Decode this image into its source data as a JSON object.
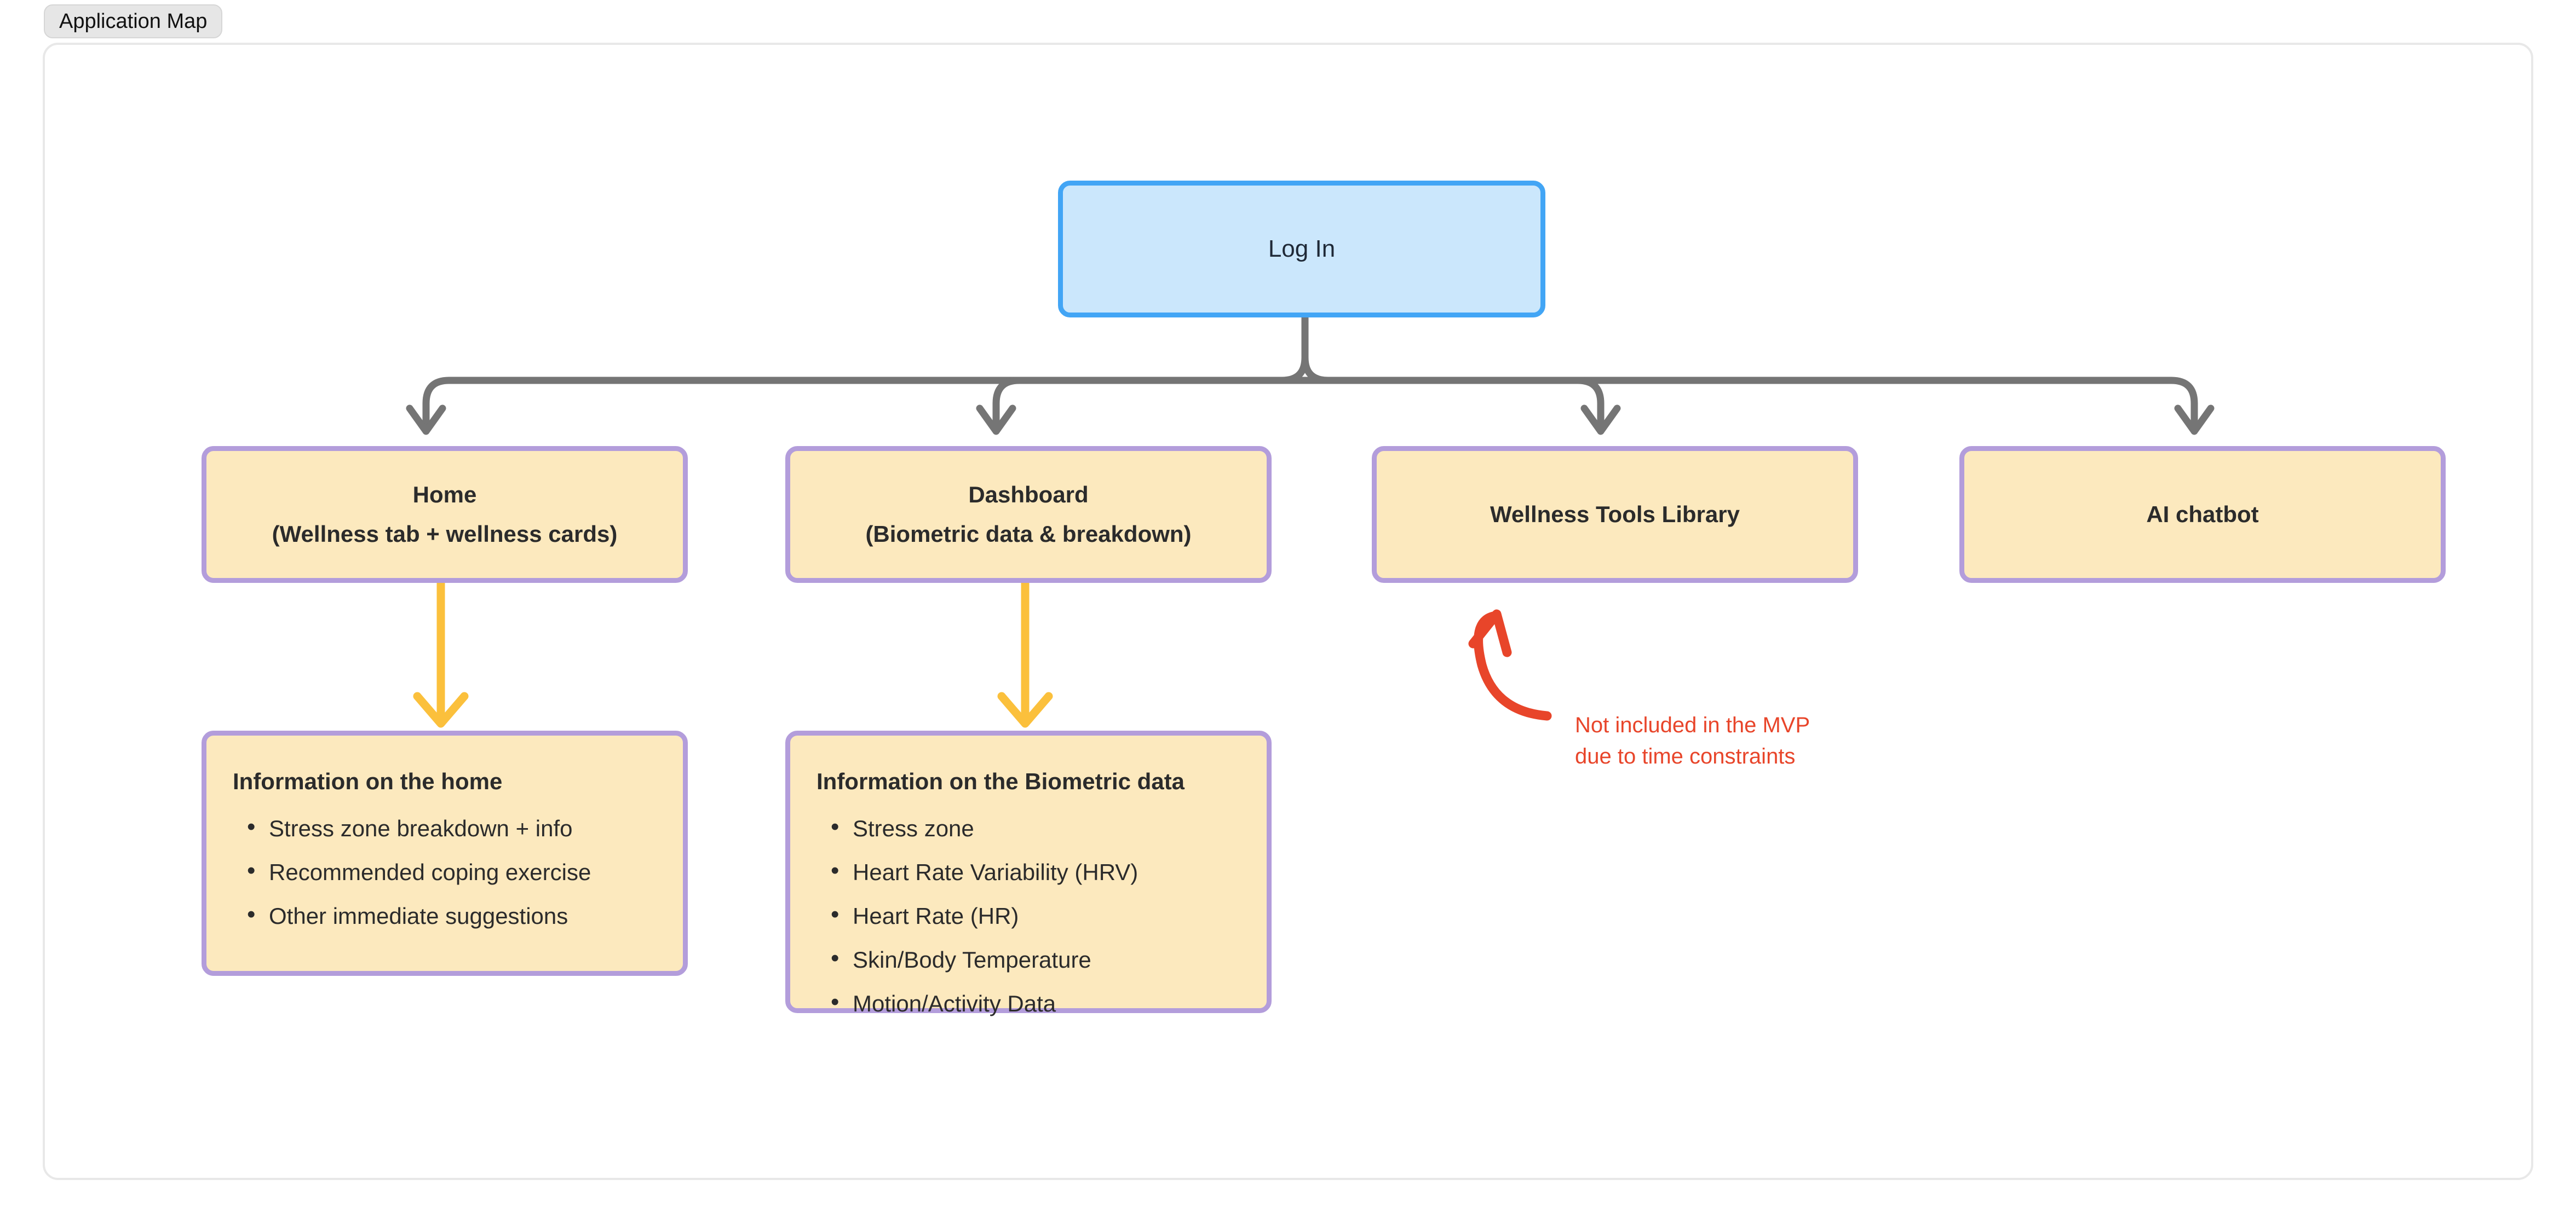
{
  "tab": {
    "label": "Application Map"
  },
  "colors": {
    "login_fill": "#cbe7fc",
    "login_border": "#42a5f5",
    "page_fill": "#fce9be",
    "page_border": "#b39ddb",
    "connector_gray": "#757575",
    "connector_yellow": "#fbc03c",
    "annotation_red": "#e8452a",
    "canvas_border": "#e8e8e8",
    "tab_fill": "#e6e6e6"
  },
  "diagram": {
    "root": {
      "label": "Log In"
    },
    "pages": [
      {
        "line1": "Home",
        "line2": "(Wellness tab + wellness cards)"
      },
      {
        "line1": "Dashboard",
        "line2": "(Biometric data & breakdown)"
      },
      {
        "line1": "Wellness Tools Library",
        "line2": ""
      },
      {
        "line1": "AI chatbot",
        "line2": ""
      }
    ],
    "details": [
      {
        "title": "Information on the home",
        "bullets": [
          "Stress zone breakdown + info",
          "Recommended coping exercise",
          "Other immediate suggestions"
        ]
      },
      {
        "title": "Information on the Biometric data",
        "bullets": [
          "Stress zone",
          "Heart Rate Variability (HRV)",
          "Heart Rate (HR)",
          "Skin/Body Temperature",
          "Motion/Activity Data"
        ]
      }
    ],
    "annotation": {
      "line1": "Not included in the MVP",
      "line2": "due to time constraints"
    }
  }
}
